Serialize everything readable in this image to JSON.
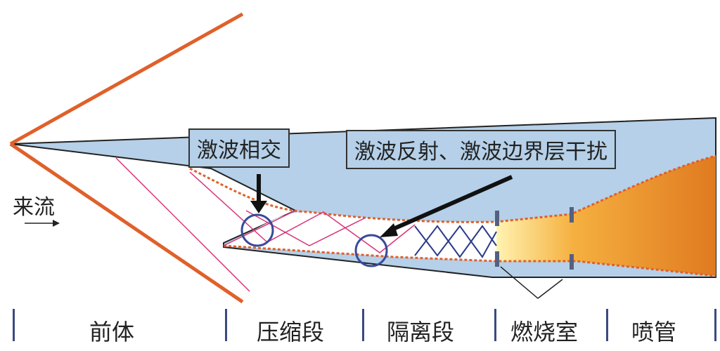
{
  "inflow_label": "来流",
  "callouts": {
    "intersection": "激波相交",
    "reflection": "激波反射、激波边界层干扰"
  },
  "sections": [
    "前体",
    "压缩段",
    "隔离段",
    "燃烧室",
    "喷管"
  ],
  "colors": {
    "body": "#b5d0e8",
    "shock": "#e0602a",
    "reflected_shock": "#d8357a",
    "isolator_shock": "#2a3a8a",
    "flame": "#f0a040"
  }
}
